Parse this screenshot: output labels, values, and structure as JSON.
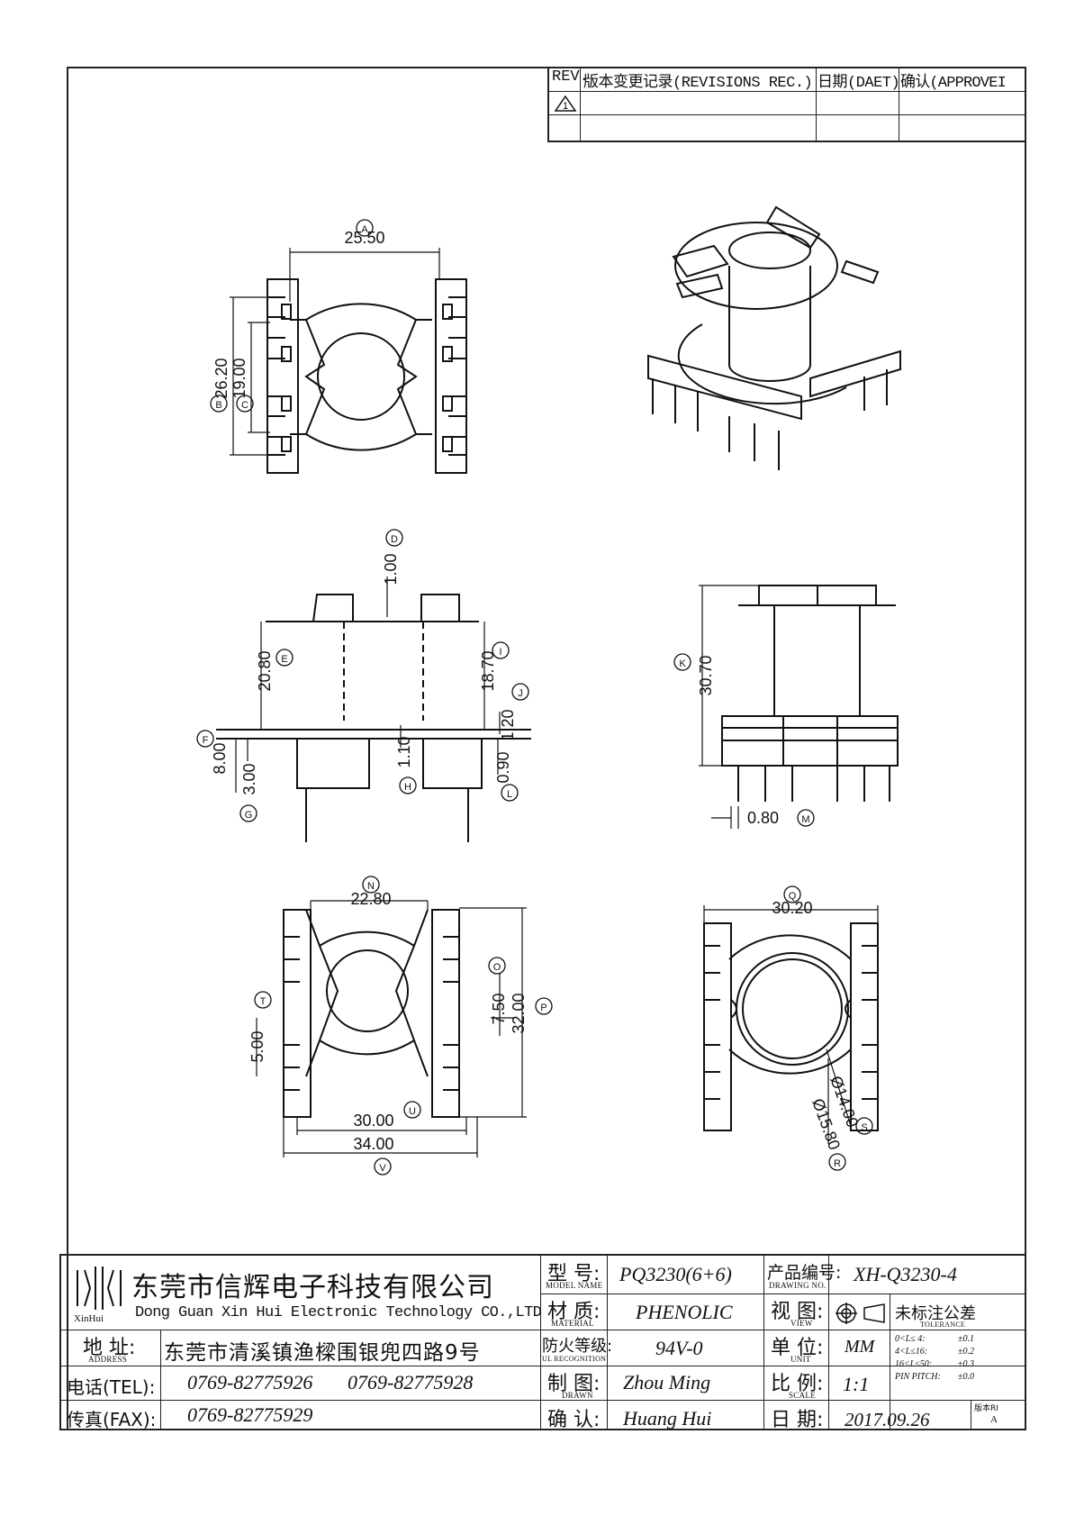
{
  "revisions": {
    "headers": [
      "REV.",
      "版本变更记录(REVISIONS REC.)",
      "日期(DAET)",
      "确认(APPROVEI"
    ],
    "rev_symbol": "1"
  },
  "dimensions": {
    "A": "25.50",
    "B": "26.20",
    "C": "19.00",
    "D": "1.00",
    "E": "20.80",
    "F": "8.00",
    "G": "3.00",
    "H": "1.10",
    "I": "18.70",
    "J": "1.20",
    "K": "30.70",
    "L": "0.90",
    "M": "0.80",
    "N": "22.80",
    "O": "7.50",
    "P": "32.00",
    "Q": "30.20",
    "R": "Ø15.80",
    "S": "Ø14.00",
    "T": "5.00",
    "U": "30.00",
    "V": "34.00"
  },
  "callouts": [
    "A",
    "B",
    "C",
    "D",
    "E",
    "F",
    "G",
    "H",
    "I",
    "J",
    "K",
    "L",
    "M",
    "N",
    "O",
    "P",
    "Q",
    "R",
    "S",
    "T",
    "U",
    "V"
  ],
  "title_block": {
    "logo_text": "XinHui",
    "company_cn": "东莞市信辉电子科技有限公司",
    "company_en": "Dong Guan Xin Hui Electronic Technology CO.,LTD",
    "address_label": "地  址:",
    "address_label_en": "ADDRESS",
    "address_value": "东莞市清溪镇渔樑围银兜四路9号",
    "tel_label": "电话(TEL):",
    "tel_value_1": "0769-82775926",
    "tel_value_2": "0769-82775928",
    "fax_label": "传真(FAX):",
    "fax_value": "0769-82775929",
    "model_label": "型  号:",
    "model_label_en": "MODEL NAME",
    "model_value": "PQ3230(6+6)",
    "material_label": "材  质:",
    "material_label_en": "MATERIAL",
    "material_value": "PHENOLIC",
    "ul_label": "防火等级:",
    "ul_label_en": "UL RECOGNITION",
    "ul_value": "94V-0",
    "drawn_label": "制  图:",
    "drawn_label_en": "DRAWN",
    "drawn_value": "Zhou Ming",
    "confirm_label": "确  认:",
    "confirm_value": "Huang Hui",
    "drawing_no_label": "产品编号:",
    "drawing_no_label_en": "DRAWING NO.",
    "drawing_no_value": "XH-Q3230-4",
    "view_label": "视  图:",
    "view_label_en": "VIEW",
    "unit_label": "单  位:",
    "unit_label_en": "UNIT",
    "unit_value": "MM",
    "scale_label": "比  例:",
    "scale_label_en": "SCALE",
    "scale_value": "1:1",
    "date_label": "日  期:",
    "date_value": "2017.09.26",
    "tolerance_label": "未标注公差",
    "tolerance_label_en": "TOLERANCE",
    "tolerance_rows": [
      [
        "0<L≤ 4:",
        "±0.1"
      ],
      [
        "4<L≤16:",
        "±0.2"
      ],
      [
        "16<L≤50:",
        "±0.3"
      ],
      [
        "PIN PITCH:",
        "±0.0"
      ]
    ],
    "version_label": "版本RI",
    "version_value": "A"
  }
}
